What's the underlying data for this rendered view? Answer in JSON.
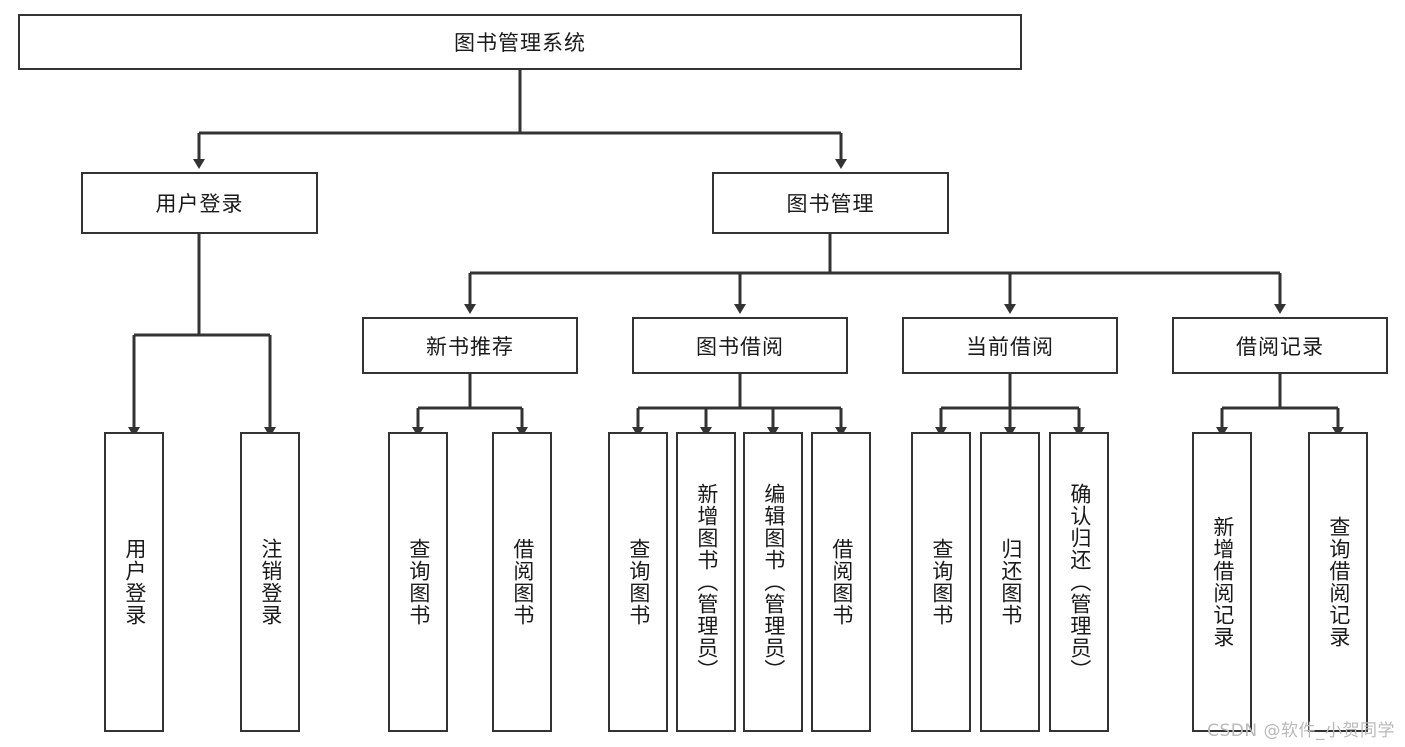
{
  "diagram": {
    "title": "图书管理系统",
    "type": "tree-hierarchy-functional-decomposition",
    "root": {
      "id": "root",
      "label": "图书管理系统"
    },
    "level2": [
      {
        "id": "user-login",
        "label": "用户登录"
      },
      {
        "id": "book-manage",
        "label": "图书管理"
      }
    ],
    "level3": [
      {
        "id": "new-book-rec",
        "label": "新书推荐",
        "parent": "book-manage"
      },
      {
        "id": "book-borrow",
        "label": "图书借阅",
        "parent": "book-manage"
      },
      {
        "id": "current-borrow",
        "label": "当前借阅",
        "parent": "book-manage"
      },
      {
        "id": "borrow-record",
        "label": "借阅记录",
        "parent": "book-manage"
      }
    ],
    "leaves": [
      {
        "id": "leaf-user-login",
        "label": "用户登录",
        "parent": "user-login"
      },
      {
        "id": "leaf-logout",
        "label": "注销登录",
        "parent": "user-login"
      },
      {
        "id": "leaf-query-book-1",
        "label": "查询图书",
        "parent": "new-book-rec"
      },
      {
        "id": "leaf-borrow-book-1",
        "label": "借阅图书",
        "parent": "new-book-rec"
      },
      {
        "id": "leaf-query-book-2",
        "label": "查询图书",
        "parent": "book-borrow"
      },
      {
        "id": "leaf-add-book",
        "label": "新增图书（管理员）",
        "parent": "book-borrow"
      },
      {
        "id": "leaf-edit-book",
        "label": "编辑图书（管理员）",
        "parent": "book-borrow"
      },
      {
        "id": "leaf-borrow-book-2",
        "label": "借阅图书",
        "parent": "book-borrow"
      },
      {
        "id": "leaf-query-book-3",
        "label": "查询图书",
        "parent": "current-borrow"
      },
      {
        "id": "leaf-return-book",
        "label": "归还图书",
        "parent": "current-borrow"
      },
      {
        "id": "leaf-confirm-return",
        "label": "确认归还（管理员）",
        "parent": "current-borrow"
      },
      {
        "id": "leaf-add-record",
        "label": "新增借阅记录",
        "parent": "borrow-record"
      },
      {
        "id": "leaf-query-record",
        "label": "查询借阅记录",
        "parent": "borrow-record"
      }
    ]
  },
  "watermark": {
    "text": "CSDN @软件_小贺同学"
  },
  "colors": {
    "stroke": "#333333",
    "background": "#ffffff",
    "text": "#1a1a1a",
    "watermark": "#b9b9b9"
  }
}
